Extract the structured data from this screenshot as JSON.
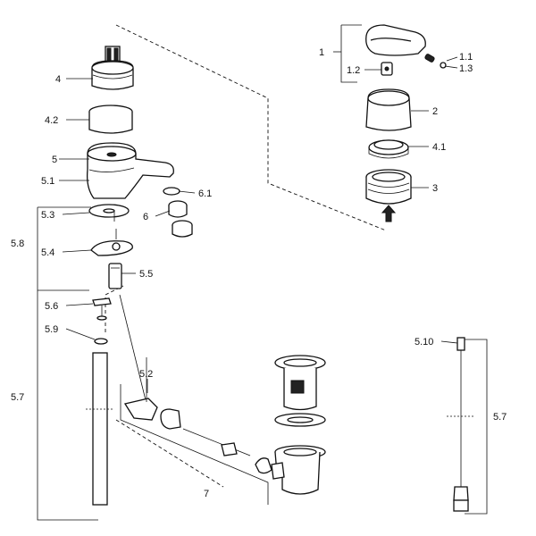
{
  "labels": {
    "l1": "1",
    "l1_1": "1.1",
    "l1_2": "1.2",
    "l1_3": "1.3",
    "l2": "2",
    "l3": "3",
    "l4": "4",
    "l4_1": "4.1",
    "l4_2": "4.2",
    "l5": "5",
    "l5_1": "5.1",
    "l5_2": "5.2",
    "l5_3": "5.3",
    "l5_4": "5.4",
    "l5_5": "5.5",
    "l5_6": "5.6",
    "l5_7a": "5.7",
    "l5_7b": "5.7",
    "l5_8": "5.8",
    "l5_9": "5.9",
    "l5_10": "5.10",
    "l6": "6",
    "l6_1": "6.1",
    "l7": "7"
  }
}
